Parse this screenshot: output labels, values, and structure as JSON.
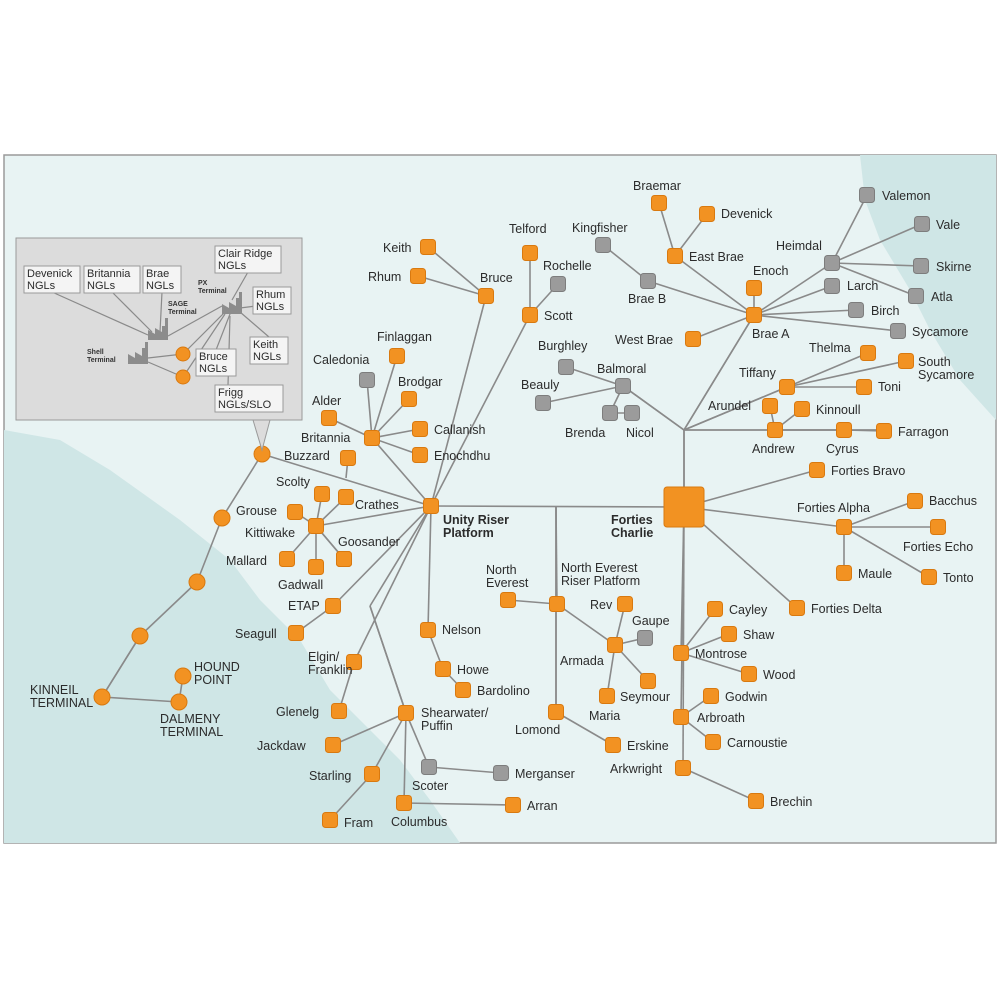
{
  "colors": {
    "sea": "#e8f3f3",
    "land": "#cfe6e6",
    "line": "#8a8a8a",
    "active": "#f29222",
    "active_stroke": "#d9790f",
    "inactive": "#9b9b9b",
    "inactive_stroke": "#7d7d7d",
    "inset_bg": "#dcdcdc",
    "label_box": "#f4f4f4"
  },
  "nodes": [
    {
      "id": "valemon",
      "label": "Valemon",
      "status": "inactive"
    },
    {
      "id": "vale",
      "label": "Vale",
      "status": "inactive"
    },
    {
      "id": "skirne",
      "label": "Skirne",
      "status": "inactive"
    },
    {
      "id": "atla",
      "label": "Atla",
      "status": "inactive"
    },
    {
      "id": "heimdal",
      "label": "Heimdal",
      "status": "inactive"
    },
    {
      "id": "larch",
      "label": "Larch",
      "status": "inactive"
    },
    {
      "id": "birch",
      "label": "Birch",
      "status": "inactive"
    },
    {
      "id": "sycamore",
      "label": "Sycamore",
      "status": "inactive"
    },
    {
      "id": "braemar",
      "label": "Braemar",
      "status": "active"
    },
    {
      "id": "devenick",
      "label": "Devenick",
      "status": "active"
    },
    {
      "id": "eastbrae",
      "label": "East Brae",
      "status": "active"
    },
    {
      "id": "kingfisher",
      "label": "Kingfisher",
      "status": "inactive"
    },
    {
      "id": "braeb",
      "label": "Brae B",
      "status": "inactive"
    },
    {
      "id": "enoch",
      "label": "Enoch",
      "status": "active"
    },
    {
      "id": "braea",
      "label": "Brae A",
      "status": "active"
    },
    {
      "id": "westbrae",
      "label": "West Brae",
      "status": "active"
    },
    {
      "id": "telford",
      "label": "Telford",
      "status": "active"
    },
    {
      "id": "rochelle",
      "label": "Rochelle",
      "status": "inactive"
    },
    {
      "id": "scott",
      "label": "Scott",
      "status": "active"
    },
    {
      "id": "keith",
      "label": "Keith",
      "status": "active"
    },
    {
      "id": "rhum",
      "label": "Rhum",
      "status": "active"
    },
    {
      "id": "bruce",
      "label": "Bruce",
      "status": "active"
    },
    {
      "id": "burghley",
      "label": "Burghley",
      "status": "inactive"
    },
    {
      "id": "balmoral",
      "label": "Balmoral",
      "status": "inactive"
    },
    {
      "id": "beauly",
      "label": "Beauly",
      "status": "inactive"
    },
    {
      "id": "brenda",
      "label": "Brenda",
      "status": "inactive"
    },
    {
      "id": "nicol",
      "label": "Nicol",
      "status": "inactive"
    },
    {
      "id": "thelma",
      "label": "Thelma",
      "status": "active"
    },
    {
      "id": "southsycamore",
      "label": "South\nSycamore",
      "status": "active"
    },
    {
      "id": "tiffany",
      "label": "Tiffany",
      "status": "active"
    },
    {
      "id": "toni",
      "label": "Toni",
      "status": "active"
    },
    {
      "id": "arundel",
      "label": "Arundel",
      "status": "active"
    },
    {
      "id": "kinnoull",
      "label": "Kinnoull",
      "status": "active"
    },
    {
      "id": "andrew",
      "label": "Andrew",
      "status": "active"
    },
    {
      "id": "cyrus",
      "label": "Cyrus",
      "status": "active"
    },
    {
      "id": "farragon",
      "label": "Farragon",
      "status": "active"
    },
    {
      "id": "fortiesbravo",
      "label": "Forties Bravo",
      "status": "active"
    },
    {
      "id": "fortiescharlie",
      "label": "Forties\nCharlie",
      "status": "active",
      "hub": true
    },
    {
      "id": "fortiesalpha",
      "label": "Forties Alpha",
      "status": "active"
    },
    {
      "id": "bacchus",
      "label": "Bacchus",
      "status": "active"
    },
    {
      "id": "fortiesecho",
      "label": "Forties Echo",
      "status": "active"
    },
    {
      "id": "maule",
      "label": "Maule",
      "status": "active"
    },
    {
      "id": "tonto",
      "label": "Tonto",
      "status": "active"
    },
    {
      "id": "fortiesdelta",
      "label": "Forties Delta",
      "status": "active"
    },
    {
      "id": "caledonia",
      "label": "Caledonia",
      "status": "inactive"
    },
    {
      "id": "finlaggan",
      "label": "Finlaggan",
      "status": "active"
    },
    {
      "id": "brodgar",
      "label": "Brodgar",
      "status": "active"
    },
    {
      "id": "alder",
      "label": "Alder",
      "status": "active"
    },
    {
      "id": "britannia",
      "label": "Britannia",
      "status": "active"
    },
    {
      "id": "callanish",
      "label": "Callanish",
      "status": "active"
    },
    {
      "id": "enochdhu",
      "label": "Enochdhu",
      "status": "active"
    },
    {
      "id": "buzzard",
      "label": "Buzzard",
      "status": "active"
    },
    {
      "id": "unity",
      "label": "Unity Riser\nPlatform",
      "status": "active",
      "bold": true
    },
    {
      "id": "scolty",
      "label": "Scolty",
      "status": "active"
    },
    {
      "id": "crathes",
      "label": "Crathes",
      "status": "active"
    },
    {
      "id": "grouse",
      "label": "Grouse",
      "status": "active"
    },
    {
      "id": "kittiwake",
      "label": "Kittiwake",
      "status": "active"
    },
    {
      "id": "mallard",
      "label": "Mallard",
      "status": "active"
    },
    {
      "id": "gadwall",
      "label": "Gadwall",
      "status": "active"
    },
    {
      "id": "goosander",
      "label": "Goosander",
      "status": "active"
    },
    {
      "id": "goosander2",
      "label": "",
      "status": "active"
    },
    {
      "id": "etap",
      "label": "ETAP",
      "status": "active"
    },
    {
      "id": "seagull",
      "label": "Seagull",
      "status": "active"
    },
    {
      "id": "elgin",
      "label": "Elgin/\nFranklin",
      "status": "active"
    },
    {
      "id": "glenelg",
      "label": "Glenelg",
      "status": "active"
    },
    {
      "id": "shearwater",
      "label": "Shearwater/\nPuffin",
      "status": "active"
    },
    {
      "id": "jackdaw",
      "label": "Jackdaw",
      "status": "active"
    },
    {
      "id": "starling",
      "label": "Starling",
      "status": "active"
    },
    {
      "id": "fram",
      "label": "Fram",
      "status": "active"
    },
    {
      "id": "scoter",
      "label": "Scoter",
      "status": "inactive"
    },
    {
      "id": "merganser",
      "label": "Merganser",
      "status": "inactive"
    },
    {
      "id": "columbus",
      "label": "Columbus",
      "status": "active"
    },
    {
      "id": "arran",
      "label": "Arran",
      "status": "active"
    },
    {
      "id": "nelson",
      "label": "Nelson",
      "status": "active"
    },
    {
      "id": "howe",
      "label": "Howe",
      "status": "active"
    },
    {
      "id": "bardolino",
      "label": "Bardolino",
      "status": "active"
    },
    {
      "id": "northeverest",
      "label": "North\nEverest",
      "status": "active"
    },
    {
      "id": "nerp",
      "label": "North Everest\nRiser Platform",
      "status": "active"
    },
    {
      "id": "rev",
      "label": "Rev",
      "status": "active"
    },
    {
      "id": "gaupe",
      "label": "Gaupe",
      "status": "inactive"
    },
    {
      "id": "armada",
      "label": "Armada",
      "status": "active"
    },
    {
      "id": "seymour",
      "label": "Seymour",
      "status": "active"
    },
    {
      "id": "maria",
      "label": "Maria",
      "status": "active"
    },
    {
      "id": "lomond",
      "label": "Lomond",
      "status": "active"
    },
    {
      "id": "erskine",
      "label": "Erskine",
      "status": "active"
    },
    {
      "id": "cayley",
      "label": "Cayley",
      "status": "active"
    },
    {
      "id": "shaw",
      "label": "Shaw",
      "status": "active"
    },
    {
      "id": "montrose",
      "label": "Montrose",
      "status": "active"
    },
    {
      "id": "wood",
      "label": "Wood",
      "status": "active"
    },
    {
      "id": "godwin",
      "label": "Godwin",
      "status": "active"
    },
    {
      "id": "arbroath",
      "label": "Arbroath",
      "status": "active"
    },
    {
      "id": "carnoustie",
      "label": "Carnoustie",
      "status": "active"
    },
    {
      "id": "arkwright",
      "label": "Arkwright",
      "status": "active"
    },
    {
      "id": "brechin",
      "label": "Brechin",
      "status": "active"
    },
    {
      "id": "cr1",
      "label": "",
      "status": "active",
      "circle": true
    },
    {
      "id": "cr2",
      "label": "",
      "status": "active",
      "circle": true
    },
    {
      "id": "cr3",
      "label": "",
      "status": "active",
      "circle": true
    },
    {
      "id": "cr4",
      "label": "",
      "status": "active",
      "circle": true
    },
    {
      "id": "kinneil",
      "label": "KINNEIL\nTERMINAL",
      "status": "active",
      "circle": true,
      "caps": true
    },
    {
      "id": "houndpoint",
      "label": "HOUND\nPOINT",
      "status": "active",
      "circle": true,
      "caps": true
    },
    {
      "id": "dalmeny",
      "label": "DALMENY\nTERMINAL",
      "status": "active",
      "circle": true,
      "caps": true
    }
  ],
  "edges": [
    [
      "valemon",
      "heimdal"
    ],
    [
      "vale",
      "heimdal"
    ],
    [
      "skirne",
      "heimdal"
    ],
    [
      "atla",
      "heimdal"
    ],
    [
      "heimdal",
      "braea"
    ],
    [
      "larch",
      "braea"
    ],
    [
      "birch",
      "braea"
    ],
    [
      "sycamore",
      "braea"
    ],
    [
      "braemar",
      "eastbrae"
    ],
    [
      "devenick",
      "eastbrae"
    ],
    [
      "eastbrae",
      "braea"
    ],
    [
      "kingfisher",
      "braeb"
    ],
    [
      "braeb",
      "braea"
    ],
    [
      "enoch",
      "braea"
    ],
    [
      "westbrae",
      "braea"
    ],
    [
      "braea",
      "fcjunction"
    ],
    [
      "telford",
      "scott"
    ],
    [
      "rochelle",
      "scott"
    ],
    [
      "scott",
      "unity"
    ],
    [
      "keith",
      "bruce"
    ],
    [
      "rhum",
      "bruce"
    ],
    [
      "bruce",
      "unity"
    ],
    [
      "burghley",
      "balmoral"
    ],
    [
      "beauly",
      "balmoral"
    ],
    [
      "brenda",
      "balmoral"
    ],
    [
      "brenda",
      "nicol"
    ],
    [
      "balmoral",
      "fcjunction"
    ],
    [
      "thelma",
      "tiffany"
    ],
    [
      "southsycamore",
      "tiffany"
    ],
    [
      "toni",
      "tiffany"
    ],
    [
      "tiffany",
      "fcjunction"
    ],
    [
      "arundel",
      "andrew"
    ],
    [
      "kinnoull",
      "andrew"
    ],
    [
      "andrew",
      "cyrus"
    ],
    [
      "cyrus",
      "farragon"
    ],
    [
      "fcjunction",
      "andrew_line"
    ],
    [
      "fcjunction",
      "fortiescharlie"
    ],
    [
      "fortiesbravo",
      "fortiescharlie"
    ],
    [
      "fortiesalpha",
      "fortiescharlie"
    ],
    [
      "bacchus",
      "fortiesalpha"
    ],
    [
      "fortiesecho",
      "fortiesalpha"
    ],
    [
      "maule",
      "fortiesalpha"
    ],
    [
      "tonto",
      "fortiesalpha"
    ],
    [
      "fortiesdelta",
      "fortiescharlie"
    ],
    [
      "unity",
      "fortiescharlie"
    ],
    [
      "caledonia",
      "britannia"
    ],
    [
      "finlaggan",
      "britannia"
    ],
    [
      "brodgar",
      "britannia"
    ],
    [
      "alder",
      "britannia"
    ],
    [
      "callanish",
      "britannia"
    ],
    [
      "enochdhu",
      "britannia"
    ],
    [
      "britannia",
      "unity"
    ],
    [
      "buzzard",
      "scolty_link"
    ],
    [
      "scolty",
      "kittiwake"
    ],
    [
      "crathes",
      "kittiwake"
    ],
    [
      "grouse",
      "kittiwake"
    ],
    [
      "mallard",
      "kittiwake"
    ],
    [
      "gadwall",
      "kittiwake"
    ],
    [
      "goosander",
      "kittiwake"
    ],
    [
      "goosander2",
      "kittiwake"
    ],
    [
      "kittiwake",
      "unity"
    ],
    [
      "cr1",
      "unity"
    ],
    [
      "cr1",
      "cr2"
    ],
    [
      "cr2",
      "cr3"
    ],
    [
      "cr3",
      "cr4"
    ],
    [
      "cr4",
      "kinneil"
    ],
    [
      "kinneil",
      "dalmeny"
    ],
    [
      "dalmeny",
      "houndpoint"
    ],
    [
      "etap",
      "unity"
    ],
    [
      "seagull",
      "etap"
    ],
    [
      "elgin",
      "unity"
    ],
    [
      "glenelg",
      "elgin"
    ],
    [
      "shearwater",
      "unity_split"
    ],
    [
      "jackdaw",
      "shearwater"
    ],
    [
      "starling",
      "shearwater"
    ],
    [
      "fram",
      "starling"
    ],
    [
      "scoter",
      "shearwater"
    ],
    [
      "scoter",
      "merganser"
    ],
    [
      "columbus",
      "shearwater"
    ],
    [
      "columbus",
      "arran"
    ],
    [
      "nelson",
      "unity"
    ],
    [
      "howe",
      "nelson"
    ],
    [
      "bardolino",
      "howe"
    ],
    [
      "northeverest",
      "nerp"
    ],
    [
      "nerp",
      "main_line"
    ],
    [
      "rev",
      "armada"
    ],
    [
      "gaupe",
      "armada"
    ],
    [
      "armada",
      "nerp"
    ],
    [
      "seymour",
      "armada"
    ],
    [
      "maria",
      "armada"
    ],
    [
      "lomond",
      "main_line"
    ],
    [
      "lomond",
      "erskine"
    ],
    [
      "cayley",
      "montrose"
    ],
    [
      "shaw",
      "montrose"
    ],
    [
      "wood",
      "montrose"
    ],
    [
      "montrose",
      "fortiescharlie"
    ],
    [
      "godwin",
      "arbroath"
    ],
    [
      "carnoustie",
      "arbroath"
    ],
    [
      "arbroath",
      "fortiescharlie"
    ],
    [
      "arkwright",
      "fortiescharlie"
    ],
    [
      "brechin",
      "arkwright"
    ]
  ],
  "inset": {
    "labels": [
      {
        "id": "ins_devenick",
        "text": "Devenick\nNGLs"
      },
      {
        "id": "ins_britannia",
        "text": "Britannia\nNGLs"
      },
      {
        "id": "ins_brae",
        "text": "Brae\nNGLs"
      },
      {
        "id": "ins_clair",
        "text": "Clair Ridge\nNGLs"
      },
      {
        "id": "ins_rhum",
        "text": "Rhum\nNGLs"
      },
      {
        "id": "ins_keith",
        "text": "Keith\nNGLs"
      },
      {
        "id": "ins_bruce",
        "text": "Bruce\nNGLs"
      },
      {
        "id": "ins_frigg",
        "text": "Frigg\nNGLs/SLO"
      }
    ],
    "terminals": {
      "sage": "SAGE\nTerminal",
      "px": "PX\nTerminal",
      "shell": "Shell\nTerminal"
    }
  }
}
